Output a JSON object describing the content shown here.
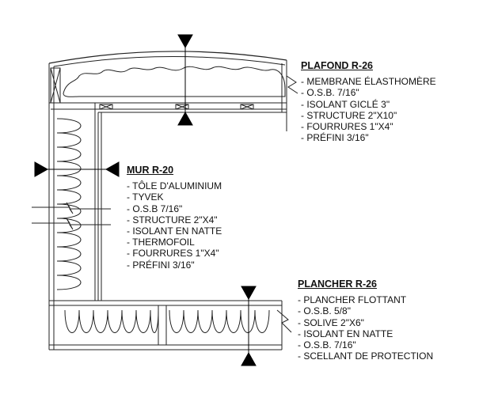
{
  "plafond": {
    "title": "PLAFOND R-26",
    "items": [
      "- MEMBRANE ÉLASTHOMÈRE",
      "- O.S.B. 7/16\"",
      "- ISOLANT GICLÉ 3\"",
      "- STRUCTURE 2\"X10\"",
      "- FOURRURES 1\"X4\"",
      "- PRÉFINI 3/16\""
    ]
  },
  "mur": {
    "title": "MUR R-20",
    "items": [
      "- TÔLE D'ALUMINIUM",
      "- TYVEK",
      "- O.S.B 7/16\"",
      "- STRUCTURE 2\"X4\"",
      "- ISOLANT EN NATTE",
      "- THERMOFOIL",
      "- FOURRURES 1\"X4\"",
      "- PRÉFINI 3/16\""
    ]
  },
  "plancher": {
    "title": "PLANCHER R-26",
    "items": [
      "- PLANCHER FLOTTANT",
      "- O.S.B. 5/8\"",
      "- SOLIVE 2\"X6\"",
      "- ISOLANT EN NATTE",
      "- O.S.B. 7/16\"",
      "- SCELLANT DE PROTECTION"
    ]
  }
}
